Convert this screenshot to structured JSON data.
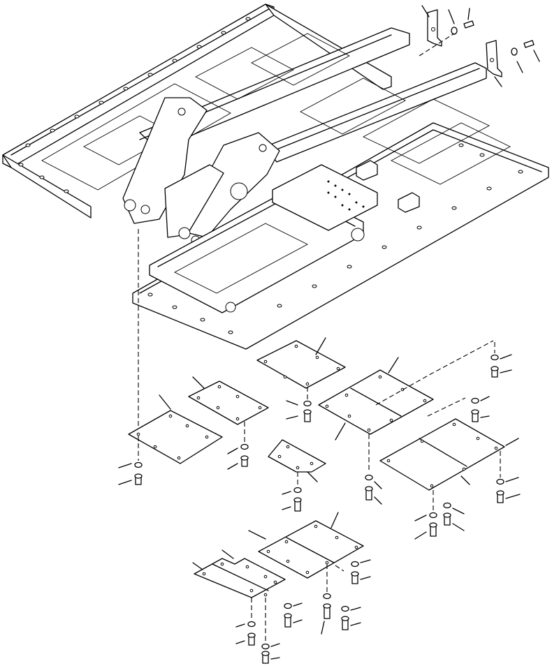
{
  "figure": {
    "description_visible_text": "",
    "parts": [
      "main-frame",
      "counterweight-bracket-left",
      "counterweight-bracket-right",
      "cover-plate-rear-left",
      "cover-plate-rear-mid",
      "cover-plate-top",
      "cover-plate-right-large",
      "cover-plate-far-right",
      "cover-plate-small",
      "cover-plate-front-left",
      "cover-plate-front-right"
    ]
  },
  "colors": {
    "line": "#000000",
    "background": "#ffffff"
  }
}
